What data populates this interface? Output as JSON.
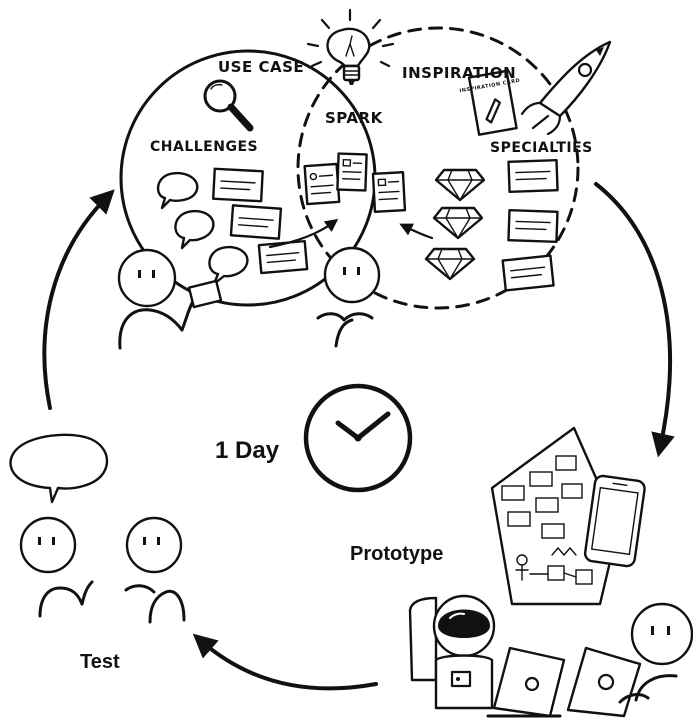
{
  "labels": {
    "use_case": "USE CASE",
    "inspiration": "INSPIRATION",
    "spark": "SPARK",
    "challenges": "CHALLENGES",
    "specialties": "SPECIALTIES",
    "inspiration_card": "INSPIRATION CARD",
    "one_day": "1 Day",
    "prototype": "Prototype",
    "test": "Test"
  },
  "icons": [
    "lightbulb-icon",
    "magnifier-icon",
    "rocket-icon",
    "diamond-icon",
    "clock-icon",
    "smartphone-icon",
    "laptop-icon",
    "astronaut-icon",
    "speech-bubble-icon"
  ],
  "colors": {
    "ink": "#111111",
    "paper": "#ffffff"
  }
}
